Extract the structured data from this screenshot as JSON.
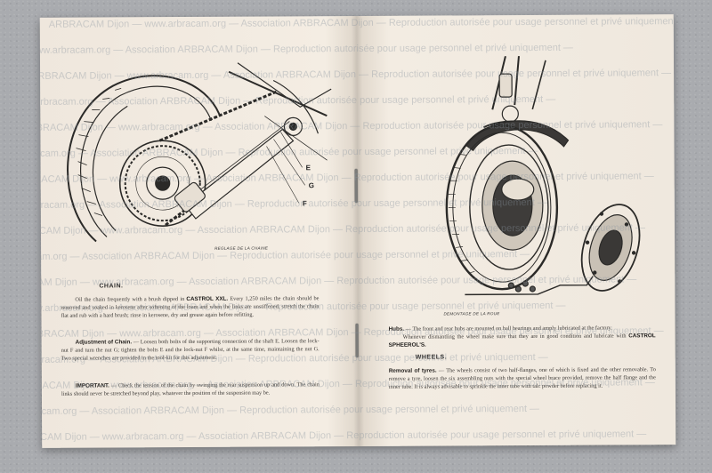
{
  "watermark": "ARBRACAM Dijon — www.arbracam.org — Association ARBRACAM Dijon — Reproduction autorisée pour usage personnel et privé uniquement — ",
  "left_page": {
    "callouts": [
      "E",
      "G",
      "F"
    ],
    "caption": "REGLAGE DE LA CHAINE",
    "chain_heading": "CHAIN.",
    "chain_text_1": "Oil the chain frequently with a brush dipped in",
    "chain_brand": "CASTROL XXL.",
    "chain_text_2": "Every 1,250 miles the chain should be removed and soaked in kerosene after softening of the loam and when the links are unstiffened, stretch the chain flat and rub with a hard brush; rinse in kerosene, dry and grease again before refitting.",
    "adjust_label": "Adjustment of Chain.",
    "adjust_text": "— Loosen both bolts of the supporting connection of the shaft E. Loosen the lock-nut F and turn the nut G; tighten the bolts E and the lock-nut F whilst, at the same time, maintaining the nut G. Two special wrenches are provided in the tool-kit for this adjustment.",
    "important_label": "IMPORTANT.",
    "important_text": "— Check the tension of the chain by swinging the rear suspension up and down. The chain links should never be stretched beyond play, whatever the position of the suspension may be."
  },
  "right_page": {
    "caption": "DEMONTAGE DE LA ROUE",
    "hubs_label": "Hubs.",
    "hubs_text": "— The front and rear hubs are mounted on ball bearings and amply lubricated at the factory.",
    "hubs_text_2": "Whenever dismantling the wheel make sure that they are in good condition and lubricate with",
    "hubs_brand": "CASTROL SPHEEROL'S.",
    "wheels_heading": "WHEELS.",
    "tyres_label": "Removal of tyres.",
    "tyres_text": "— The wheels consist of two half-flanges, one of which is fixed and the other removable. To remove a tyre, loosen the six assembling nuts with the special wheel brace provided, remove the half flange and the inner tube. It is always advisable to sprinkle the inner tube with talc powder before replacing it."
  }
}
